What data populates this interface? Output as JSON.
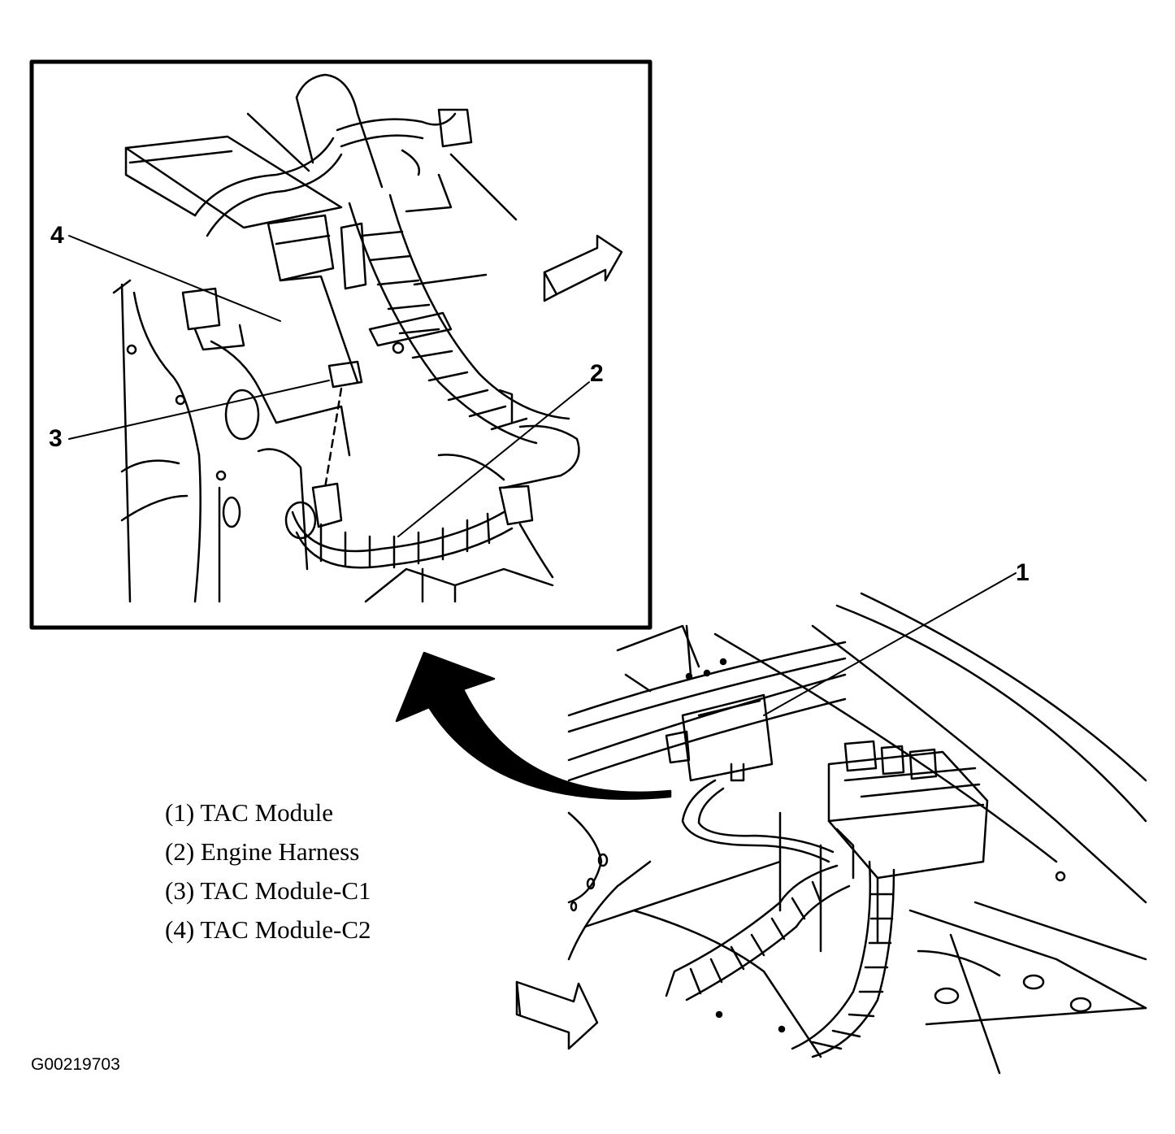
{
  "callouts": {
    "c1": "1",
    "c2": "2",
    "c3": "3",
    "c4": "4"
  },
  "legend": [
    "(1) TAC Module",
    "(2) Engine Harness",
    "(3) TAC Module-C1",
    "(4) TAC Module-C2"
  ],
  "figure_id": "G00219703"
}
